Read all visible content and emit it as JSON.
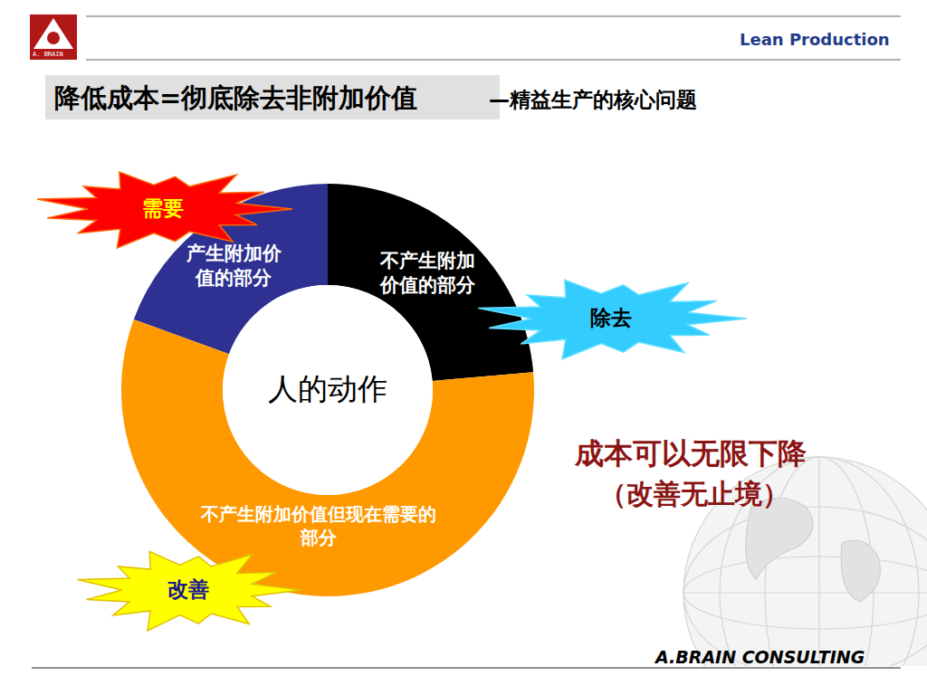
{
  "diagram": {
    "title": "降低成本=彻底除去非附加价值",
    "nodes": [
      {
        "text": [
          "需要"
        ]
      },
      {
        "text": [
          "产生附加价值的部分"
        ]
      },
      {
        "text": [
          "不产生附加价值的部分"
        ]
      },
      {
        "text": [
          "除去"
        ]
      },
      {
        "text": [
          "人的动作"
        ]
      },
      {
        "text": [
          "不产生附加价值但现在需要的部分"
        ]
      },
      {
        "text": [
          "改善"
        ]
      }
    ],
    "labels": [
      "A. BRAIN",
      "Lean Production",
      "—精益生产的核心问题",
      "成本可以无限下降",
      "（改善无止境）",
      "A.BRAIN CONSULTING"
    ]
  }
}
